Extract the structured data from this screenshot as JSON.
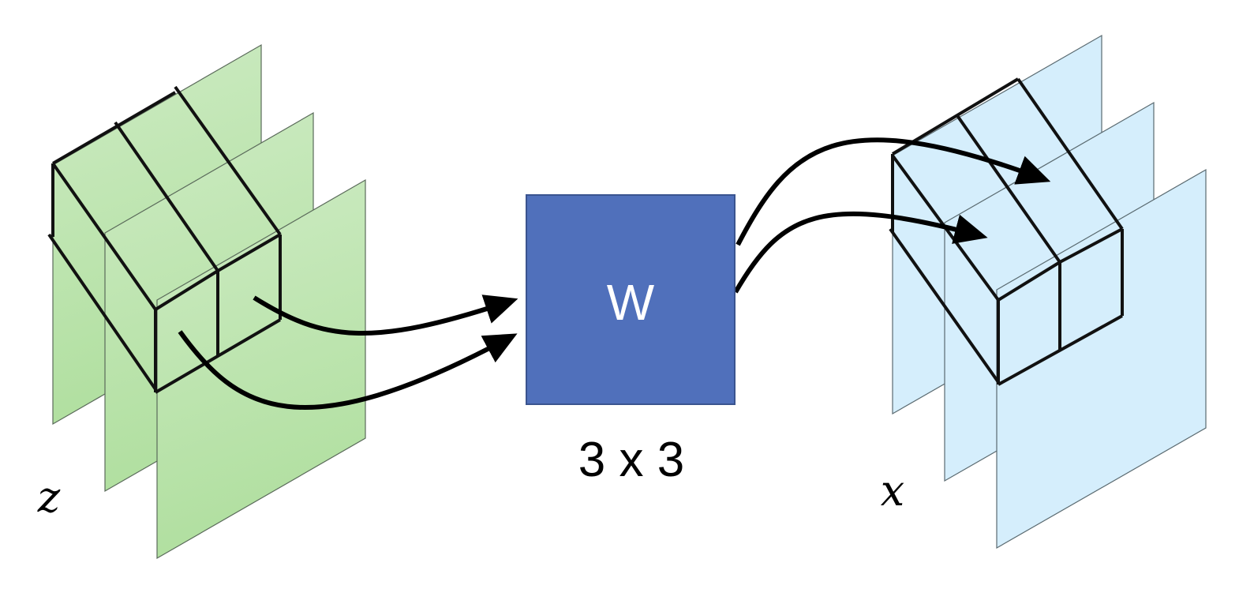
{
  "labels": {
    "weight": "W",
    "kernel_size": "3 x 3",
    "input": "z",
    "output": "x"
  },
  "colors": {
    "input_planes": "#c3e8b6",
    "output_planes": "#d5eefc",
    "weight_box": "#5070bb",
    "arrows": "#000000"
  }
}
